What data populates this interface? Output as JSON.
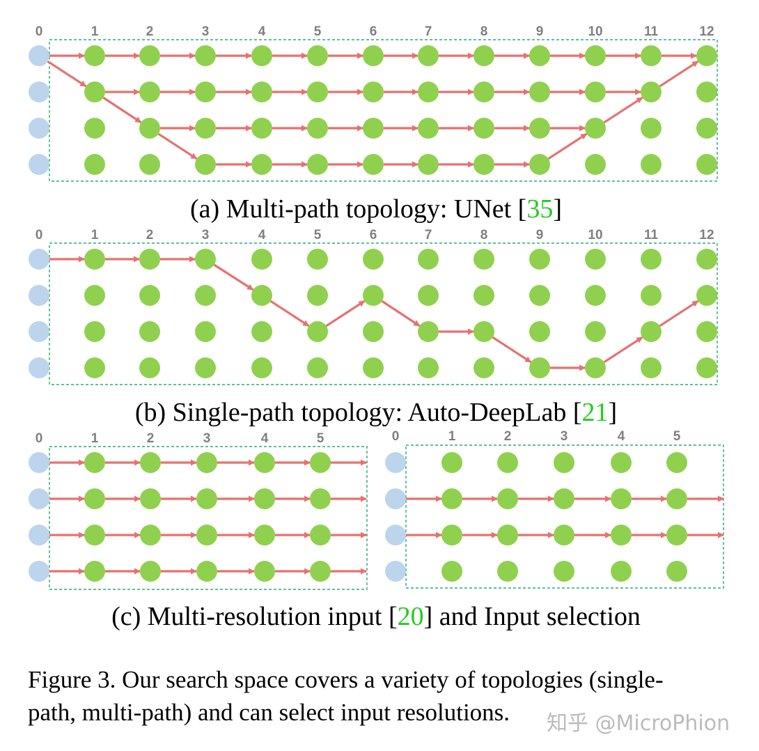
{
  "colors": {
    "input_node": "#bcd5ec",
    "cell_node": "#8fd14f",
    "edge": "#e8706e",
    "box": "#2aa876",
    "citation": "#22cc22"
  },
  "panels": [
    {
      "id": "a",
      "caption_prefix": "(a) Multi-path topology: UNet [",
      "citation": "35",
      "caption_suffix": "]",
      "column_labels": [
        "0",
        "1",
        "2",
        "3",
        "4",
        "5",
        "6",
        "7",
        "8",
        "9",
        "10",
        "11",
        "12"
      ],
      "columns": 13,
      "levels": 4,
      "edges": [
        [
          [
            0,
            0
          ],
          [
            1,
            0
          ]
        ],
        [
          [
            1,
            0
          ],
          [
            2,
            0
          ]
        ],
        [
          [
            2,
            0
          ],
          [
            3,
            0
          ]
        ],
        [
          [
            3,
            0
          ],
          [
            4,
            0
          ]
        ],
        [
          [
            4,
            0
          ],
          [
            5,
            0
          ]
        ],
        [
          [
            5,
            0
          ],
          [
            6,
            0
          ]
        ],
        [
          [
            6,
            0
          ],
          [
            7,
            0
          ]
        ],
        [
          [
            7,
            0
          ],
          [
            8,
            0
          ]
        ],
        [
          [
            8,
            0
          ],
          [
            9,
            0
          ]
        ],
        [
          [
            9,
            0
          ],
          [
            10,
            0
          ]
        ],
        [
          [
            10,
            0
          ],
          [
            11,
            0
          ]
        ],
        [
          [
            11,
            0
          ],
          [
            12,
            0
          ]
        ],
        [
          [
            0,
            0
          ],
          [
            1,
            1
          ]
        ],
        [
          [
            1,
            1
          ],
          [
            2,
            1
          ]
        ],
        [
          [
            2,
            1
          ],
          [
            3,
            1
          ]
        ],
        [
          [
            3,
            1
          ],
          [
            4,
            1
          ]
        ],
        [
          [
            4,
            1
          ],
          [
            5,
            1
          ]
        ],
        [
          [
            5,
            1
          ],
          [
            6,
            1
          ]
        ],
        [
          [
            6,
            1
          ],
          [
            7,
            1
          ]
        ],
        [
          [
            7,
            1
          ],
          [
            8,
            1
          ]
        ],
        [
          [
            8,
            1
          ],
          [
            9,
            1
          ]
        ],
        [
          [
            9,
            1
          ],
          [
            10,
            1
          ]
        ],
        [
          [
            10,
            1
          ],
          [
            11,
            1
          ]
        ],
        [
          [
            11,
            1
          ],
          [
            12,
            0
          ]
        ],
        [
          [
            1,
            1
          ],
          [
            2,
            2
          ]
        ],
        [
          [
            2,
            2
          ],
          [
            3,
            2
          ]
        ],
        [
          [
            3,
            2
          ],
          [
            4,
            2
          ]
        ],
        [
          [
            4,
            2
          ],
          [
            5,
            2
          ]
        ],
        [
          [
            5,
            2
          ],
          [
            6,
            2
          ]
        ],
        [
          [
            6,
            2
          ],
          [
            7,
            2
          ]
        ],
        [
          [
            7,
            2
          ],
          [
            8,
            2
          ]
        ],
        [
          [
            8,
            2
          ],
          [
            9,
            2
          ]
        ],
        [
          [
            9,
            2
          ],
          [
            10,
            2
          ]
        ],
        [
          [
            10,
            2
          ],
          [
            11,
            1
          ]
        ],
        [
          [
            2,
            2
          ],
          [
            3,
            3
          ]
        ],
        [
          [
            3,
            3
          ],
          [
            4,
            3
          ]
        ],
        [
          [
            4,
            3
          ],
          [
            5,
            3
          ]
        ],
        [
          [
            5,
            3
          ],
          [
            6,
            3
          ]
        ],
        [
          [
            6,
            3
          ],
          [
            7,
            3
          ]
        ],
        [
          [
            7,
            3
          ],
          [
            8,
            3
          ]
        ],
        [
          [
            8,
            3
          ],
          [
            9,
            3
          ]
        ],
        [
          [
            9,
            3
          ],
          [
            10,
            2
          ]
        ]
      ]
    },
    {
      "id": "b",
      "caption_prefix": "(b) Single-path topology: Auto-DeepLab [",
      "citation": "21",
      "caption_suffix": "]",
      "column_labels": [
        "0",
        "1",
        "2",
        "3",
        "4",
        "5",
        "6",
        "7",
        "8",
        "9",
        "10",
        "11",
        "12"
      ],
      "columns": 13,
      "levels": 4,
      "edges": [
        [
          [
            0,
            0
          ],
          [
            1,
            0
          ]
        ],
        [
          [
            1,
            0
          ],
          [
            2,
            0
          ]
        ],
        [
          [
            2,
            0
          ],
          [
            3,
            0
          ]
        ],
        [
          [
            3,
            0
          ],
          [
            4,
            1
          ]
        ],
        [
          [
            4,
            1
          ],
          [
            5,
            2
          ]
        ],
        [
          [
            5,
            2
          ],
          [
            6,
            1
          ]
        ],
        [
          [
            6,
            1
          ],
          [
            7,
            2
          ]
        ],
        [
          [
            7,
            2
          ],
          [
            8,
            2
          ]
        ],
        [
          [
            8,
            2
          ],
          [
            9,
            3
          ]
        ],
        [
          [
            9,
            3
          ],
          [
            10,
            3
          ]
        ],
        [
          [
            10,
            3
          ],
          [
            11,
            2
          ]
        ],
        [
          [
            11,
            2
          ],
          [
            12,
            1
          ]
        ]
      ]
    },
    {
      "id": "c1",
      "column_labels": [
        "0",
        "1",
        "2",
        "3",
        "4",
        "5"
      ],
      "columns": 6,
      "levels": 4,
      "edges": [],
      "out_rows": [
        0,
        1,
        2,
        3
      ]
    },
    {
      "id": "c2",
      "column_labels": [
        "0",
        "1",
        "2",
        "3",
        "4",
        "5"
      ],
      "columns": 6,
      "levels": 4,
      "edges": [],
      "out_rows": [
        1,
        2
      ]
    }
  ],
  "panel_c_caption": {
    "prefix": "(c) Multi-resolution input [",
    "citation": "20",
    "suffix": "] and Input selection"
  },
  "figure_caption": {
    "line1": "Figure 3. Our search space covers a variety of topologies (single-",
    "line2": "path, multi-path) and can select input resolutions."
  },
  "watermark": "知乎 @MicroPhion"
}
